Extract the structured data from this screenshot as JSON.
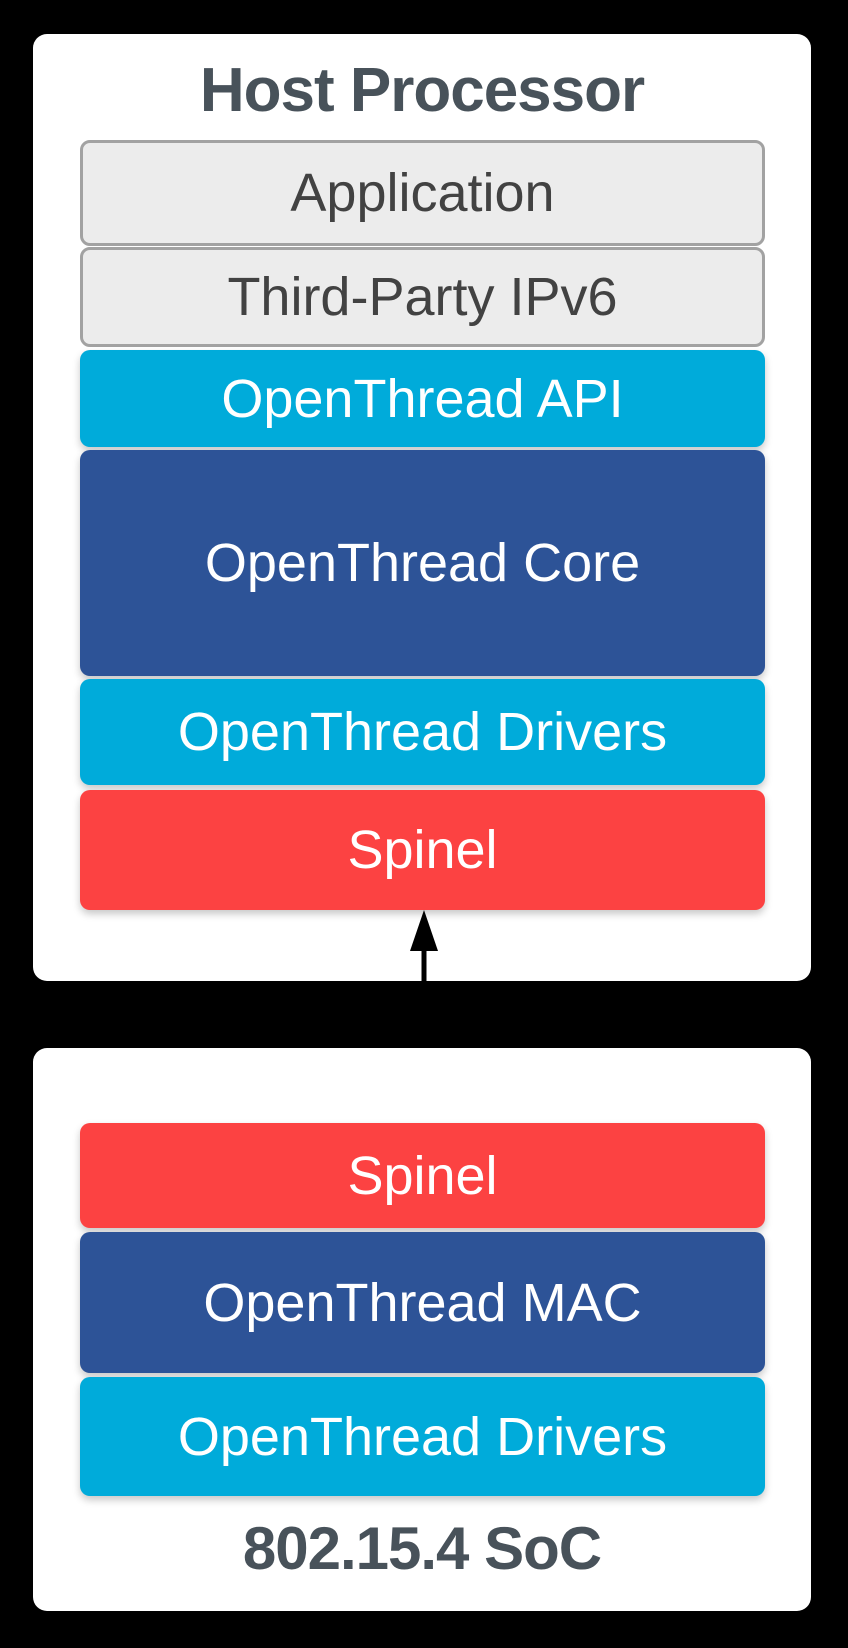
{
  "diagram": {
    "host_card": {
      "title": "Host Processor",
      "layers": [
        {
          "label": "Application",
          "style": "gray"
        },
        {
          "label": "Third-Party IPv6",
          "style": "gray"
        },
        {
          "label": "OpenThread API",
          "style": "cyan"
        },
        {
          "label": "OpenThread Core",
          "style": "blue"
        },
        {
          "label": "OpenThread Drivers",
          "style": "cyan"
        },
        {
          "label": "Spinel",
          "style": "red"
        }
      ]
    },
    "connector": {
      "icon": "bidirectional-arrow-icon",
      "direction": "vertical"
    },
    "soc_card": {
      "title": "802.15.4 SoC",
      "layers": [
        {
          "label": "Spinel",
          "style": "red"
        },
        {
          "label": "OpenThread MAC",
          "style": "blue"
        },
        {
          "label": "OpenThread Drivers",
          "style": "cyan"
        }
      ]
    }
  },
  "colors": {
    "background": "#000000",
    "card": "#ffffff",
    "cyan": "#00abda",
    "blue": "#2d5397",
    "red": "#fc4242",
    "gray_fill": "#ececec",
    "gray_border": "#a2a2a2",
    "title_text": "#48525a",
    "gray_text": "#424242",
    "layer_text": "#ffffff",
    "arrow": "#000000"
  }
}
